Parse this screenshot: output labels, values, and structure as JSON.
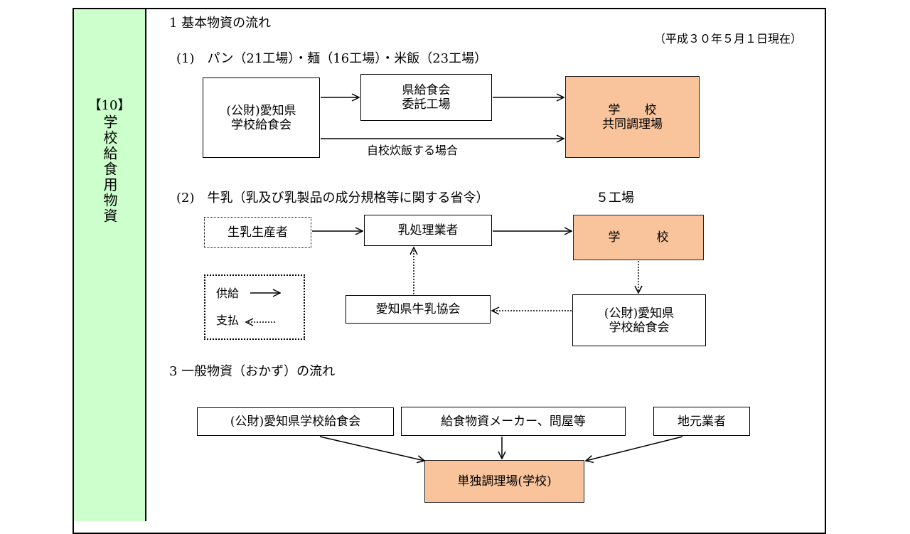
{
  "sidebar": {
    "label": "【10】",
    "title": "学校給食用物資"
  },
  "section1": {
    "heading": "1 基本物資の流れ",
    "date_note": "（平成３０年５月１日現在）",
    "sub1": {
      "heading": "(1)　パン（21工場）・麺（16工場）・米飯（23工場）",
      "source_box": "(公財)愛知県\n学校給食会",
      "middle_box": "県給食会\n委託工場",
      "target_box": "学　　校\n共同調理場",
      "bottom_arrow_label": "自校炊飯する場合"
    },
    "sub2": {
      "heading": "(2)　牛乳（乳及び乳製品の成分規格等に関する省令）",
      "count": "５工場",
      "producer_box": "生乳生産者",
      "processor_box": "乳処理業者",
      "school_box": "学　　　校",
      "association_box": "愛知県牛乳協会",
      "foundation_box": "(公財)愛知県\n学校給食会",
      "legend": {
        "supply_label": "供給",
        "payment_label": "支払"
      }
    }
  },
  "section3": {
    "heading": "3 一般物資（おかず）の流れ",
    "box_foundation": "(公財)愛知県学校給食会",
    "box_makers": "給食物資メーカー、問屋等",
    "box_local": "地元業者",
    "box_target": "単独調理場(学校)"
  },
  "colors": {
    "sidebar_bg": "#ccffcc",
    "school_box_bg": "#f9c49c"
  }
}
